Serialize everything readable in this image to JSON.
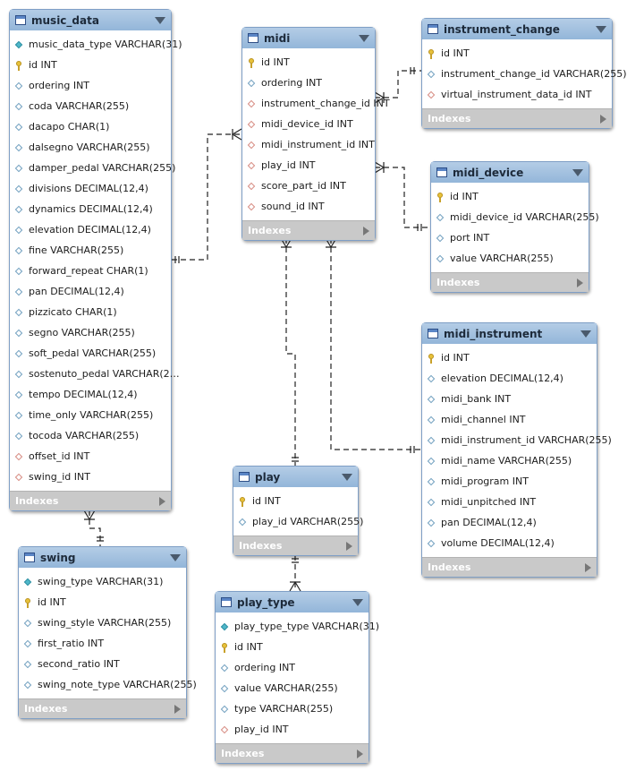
{
  "indexes_label": "Indexes",
  "colors": {
    "header": "#9dbfe0",
    "footer": "#c9c9c9",
    "primary_key": "#e8c23a",
    "foreign_key": "#d68a80",
    "column": "#6f9fbf"
  },
  "tables": [
    {
      "id": "music_data",
      "name": "music_data",
      "columns": [
        {
          "name": "music_data_type VARCHAR(31)",
          "icon": "filled"
        },
        {
          "name": "id INT",
          "icon": "key"
        },
        {
          "name": "ordering INT",
          "icon": "open"
        },
        {
          "name": "coda VARCHAR(255)",
          "icon": "open"
        },
        {
          "name": "dacapo CHAR(1)",
          "icon": "open"
        },
        {
          "name": "dalsegno VARCHAR(255)",
          "icon": "open"
        },
        {
          "name": "damper_pedal VARCHAR(255)",
          "icon": "open"
        },
        {
          "name": "divisions DECIMAL(12,4)",
          "icon": "open"
        },
        {
          "name": "dynamics DECIMAL(12,4)",
          "icon": "open"
        },
        {
          "name": "elevation DECIMAL(12,4)",
          "icon": "open"
        },
        {
          "name": "fine VARCHAR(255)",
          "icon": "open"
        },
        {
          "name": "forward_repeat CHAR(1)",
          "icon": "open"
        },
        {
          "name": "pan DECIMAL(12,4)",
          "icon": "open"
        },
        {
          "name": "pizzicato CHAR(1)",
          "icon": "open"
        },
        {
          "name": "segno VARCHAR(255)",
          "icon": "open"
        },
        {
          "name": "soft_pedal VARCHAR(255)",
          "icon": "open"
        },
        {
          "name": "sostenuto_pedal VARCHAR(2…",
          "icon": "open"
        },
        {
          "name": "tempo DECIMAL(12,4)",
          "icon": "open"
        },
        {
          "name": "time_only VARCHAR(255)",
          "icon": "open"
        },
        {
          "name": "tocoda VARCHAR(255)",
          "icon": "open"
        },
        {
          "name": "offset_id INT",
          "icon": "fk"
        },
        {
          "name": "swing_id INT",
          "icon": "fk"
        }
      ]
    },
    {
      "id": "midi",
      "name": "midi",
      "columns": [
        {
          "name": "id INT",
          "icon": "key"
        },
        {
          "name": "ordering INT",
          "icon": "open"
        },
        {
          "name": "instrument_change_id INT",
          "icon": "fk"
        },
        {
          "name": "midi_device_id INT",
          "icon": "fk"
        },
        {
          "name": "midi_instrument_id INT",
          "icon": "fk"
        },
        {
          "name": "play_id INT",
          "icon": "fk"
        },
        {
          "name": "score_part_id INT",
          "icon": "fk"
        },
        {
          "name": "sound_id INT",
          "icon": "fk"
        }
      ]
    },
    {
      "id": "instrument_change",
      "name": "instrument_change",
      "columns": [
        {
          "name": "id INT",
          "icon": "key"
        },
        {
          "name": "instrument_change_id VARCHAR(255)",
          "icon": "open"
        },
        {
          "name": "virtual_instrument_data_id INT",
          "icon": "fk"
        }
      ]
    },
    {
      "id": "midi_device",
      "name": "midi_device",
      "columns": [
        {
          "name": "id INT",
          "icon": "key"
        },
        {
          "name": "midi_device_id VARCHAR(255)",
          "icon": "open"
        },
        {
          "name": "port INT",
          "icon": "open"
        },
        {
          "name": "value VARCHAR(255)",
          "icon": "open"
        }
      ]
    },
    {
      "id": "midi_instrument",
      "name": "midi_instrument",
      "columns": [
        {
          "name": "id INT",
          "icon": "key"
        },
        {
          "name": "elevation DECIMAL(12,4)",
          "icon": "open"
        },
        {
          "name": "midi_bank INT",
          "icon": "open"
        },
        {
          "name": "midi_channel INT",
          "icon": "open"
        },
        {
          "name": "midi_instrument_id VARCHAR(255)",
          "icon": "open"
        },
        {
          "name": "midi_name VARCHAR(255)",
          "icon": "open"
        },
        {
          "name": "midi_program INT",
          "icon": "open"
        },
        {
          "name": "midi_unpitched INT",
          "icon": "open"
        },
        {
          "name": "pan DECIMAL(12,4)",
          "icon": "open"
        },
        {
          "name": "volume DECIMAL(12,4)",
          "icon": "open"
        }
      ]
    },
    {
      "id": "play",
      "name": "play",
      "columns": [
        {
          "name": "id INT",
          "icon": "key"
        },
        {
          "name": "play_id VARCHAR(255)",
          "icon": "open"
        }
      ]
    },
    {
      "id": "swing",
      "name": "swing",
      "columns": [
        {
          "name": "swing_type VARCHAR(31)",
          "icon": "filled"
        },
        {
          "name": "id INT",
          "icon": "key"
        },
        {
          "name": "swing_style VARCHAR(255)",
          "icon": "open"
        },
        {
          "name": "first_ratio INT",
          "icon": "open"
        },
        {
          "name": "second_ratio INT",
          "icon": "open"
        },
        {
          "name": "swing_note_type VARCHAR(255)",
          "icon": "open"
        }
      ]
    },
    {
      "id": "play_type",
      "name": "play_type",
      "columns": [
        {
          "name": "play_type_type VARCHAR(31)",
          "icon": "filled"
        },
        {
          "name": "id INT",
          "icon": "key"
        },
        {
          "name": "ordering INT",
          "icon": "open"
        },
        {
          "name": "value VARCHAR(255)",
          "icon": "open"
        },
        {
          "name": "type VARCHAR(255)",
          "icon": "open"
        },
        {
          "name": "play_id INT",
          "icon": "fk"
        }
      ]
    }
  ]
}
